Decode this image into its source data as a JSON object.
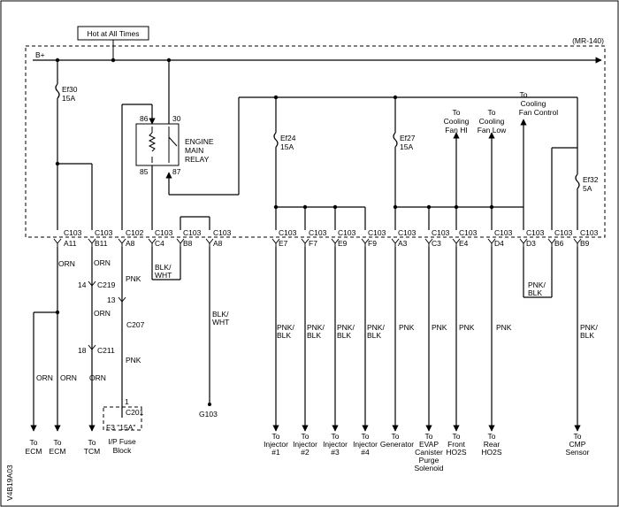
{
  "header": {
    "hot_label": "Hot at All Times",
    "diagram_id": "(MR-140)",
    "bplus": "B+"
  },
  "fuses": {
    "ef30": "Ef30",
    "ef30_amp": "15A",
    "ef24": "Ef24",
    "ef24_amp": "15A",
    "ef27": "Ef27",
    "ef27_amp": "15A",
    "ef32": "Ef32",
    "ef32_amp": "5A"
  },
  "relay": {
    "pin86": "86",
    "pin85": "85",
    "pin30": "30",
    "pin87": "87",
    "label1": "ENGINE",
    "label2": "MAIN",
    "label3": "RELAY"
  },
  "connectors": {
    "c103": "C103",
    "c102": "C102",
    "c219": "C219",
    "c207": "C207",
    "c211": "C211",
    "c201": "C201",
    "pin_a11": "A11",
    "pin_b11": "B11",
    "pin_a8": "A8",
    "pin_c4": "C4",
    "pin_b8": "B8",
    "pin_a8b": "A8",
    "pin_e7": "E7",
    "pin_f7": "F7",
    "pin_e9": "E9",
    "pin_f9": "F9",
    "pin_a3": "A3",
    "pin_c3": "C3",
    "pin_e4": "E4",
    "pin_d4": "D4",
    "pin_d3": "D3",
    "pin_b6": "B6",
    "pin_b9": "B9",
    "c219_pin": "14",
    "c207_pin": "13",
    "c211_pin": "18",
    "c201_pin": "1"
  },
  "wires": {
    "orn": "ORN",
    "pnk": "PNK",
    "blk_wht_1": "BLK/",
    "blk_wht_2": "WHT",
    "pnk_blk_1": "PNK/",
    "pnk_blk_2": "BLK"
  },
  "fuse_block": {
    "f3": "F3 \"15A\"",
    "label1": "I/P Fuse",
    "label2": "Block"
  },
  "ground": "G103",
  "to": "To",
  "destinations": {
    "ecm": "ECM",
    "tcm": "TCM",
    "injector": "Injector",
    "inj1": "#1",
    "inj2": "#2",
    "inj3": "#3",
    "inj4": "#4",
    "generator": "Generator",
    "evap1": "EVAP",
    "evap2": "Canister",
    "evap3": "Purge",
    "evap4": "Solenoid",
    "front1": "Front",
    "front2": "HO2S",
    "rear1": "Rear",
    "rear2": "HO2S",
    "cmp1": "CMP",
    "cmp2": "Sensor",
    "fan_hi1": "Cooling",
    "fan_hi2": "Fan HI",
    "fan_low1": "Cooling",
    "fan_low2": "Fan Low",
    "fan_ctl1": "Cooling",
    "fan_ctl2": "Fan Control"
  },
  "side_code": "V4B19A03"
}
